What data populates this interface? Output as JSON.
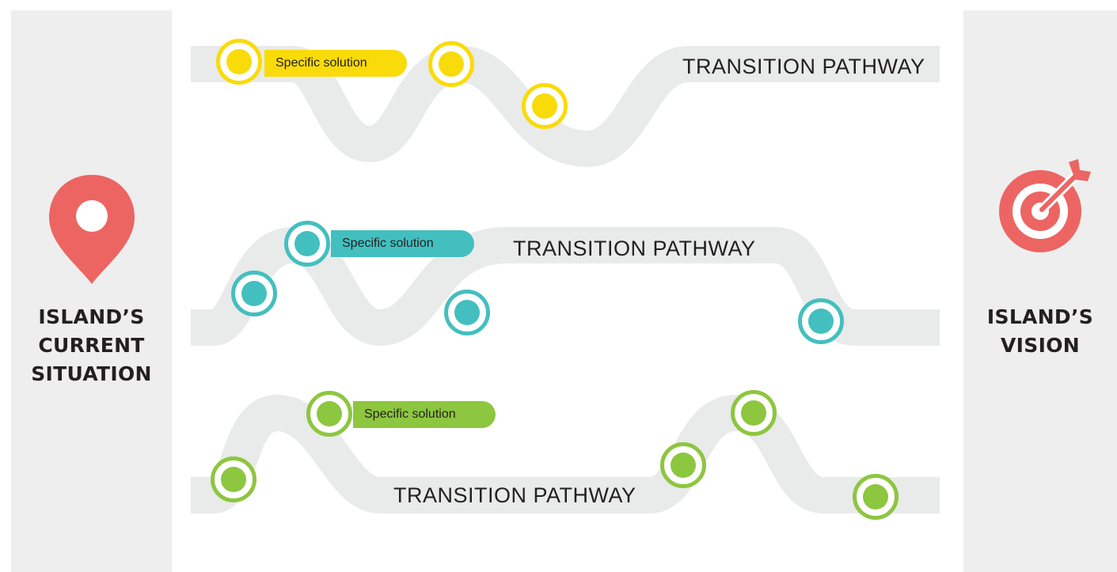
{
  "colors": {
    "road": "#e9eaea",
    "yellow": "#f9db0a",
    "teal": "#43bfbf",
    "green": "#8dc63f",
    "marker_red": "#ec6563",
    "panel": "#eeeeee"
  },
  "left_panel": {
    "icon": "location-pin-icon",
    "label_lines": [
      "ISLAND’S",
      "CURRENT",
      "SITUATION"
    ]
  },
  "right_panel": {
    "icon": "target-arrow-icon",
    "label_lines": [
      "ISLAND’S",
      "VISION"
    ]
  },
  "pathways": [
    {
      "label": "TRANSITION PATHWAY",
      "solution_label": "Specific solution",
      "color_key": "yellow"
    },
    {
      "label": "TRANSITION PATHWAY",
      "solution_label": "Specific solution",
      "color_key": "teal"
    },
    {
      "label": "TRANSITION PATHWAY",
      "solution_label": "Specific solution",
      "color_key": "green"
    }
  ]
}
